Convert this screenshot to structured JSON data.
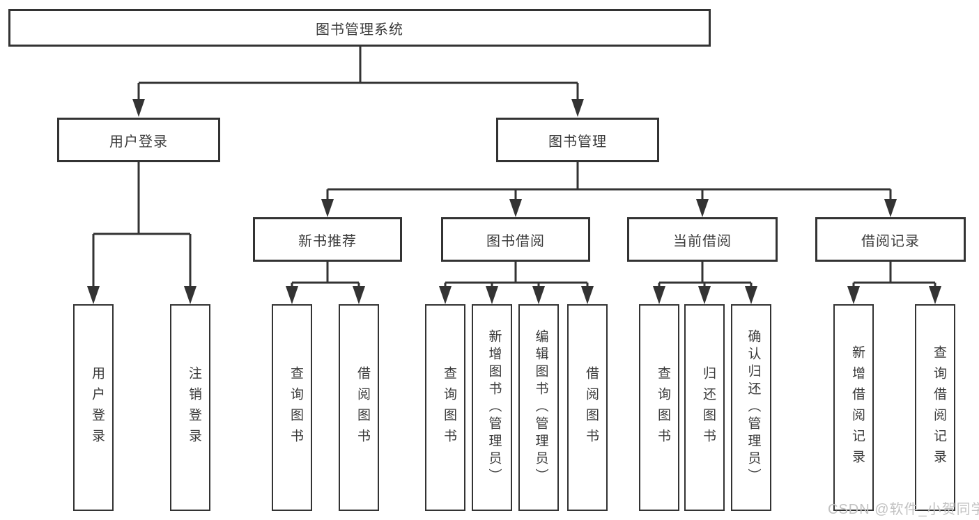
{
  "diagram_type": "hierarchy-structure-chart",
  "colors": {
    "line": "#333333",
    "box_border": "#333333",
    "text": "#3a3a3a",
    "background": "#ffffff",
    "watermark": "#c2c2c2"
  },
  "tree": {
    "label": "图书管理系统",
    "children": [
      {
        "label": "用户登录",
        "children": [
          {
            "label": "用户登录"
          },
          {
            "label": "注销登录"
          }
        ]
      },
      {
        "label": "图书管理",
        "children": [
          {
            "label": "新书推荐",
            "children": [
              {
                "label": "查询图书"
              },
              {
                "label": "借阅图书"
              }
            ]
          },
          {
            "label": "图书借阅",
            "children": [
              {
                "label": "查询图书"
              },
              {
                "label": "新增图书（管理员）"
              },
              {
                "label": "编辑图书（管理员）"
              },
              {
                "label": "借阅图书"
              }
            ]
          },
          {
            "label": "当前借阅",
            "children": [
              {
                "label": "查询图书"
              },
              {
                "label": "归还图书"
              },
              {
                "label": "确认归还（管理员）"
              }
            ]
          },
          {
            "label": "借阅记录",
            "children": [
              {
                "label": "新增借阅记录"
              },
              {
                "label": "查询借阅记录"
              }
            ]
          }
        ]
      }
    ]
  },
  "watermark": "CSDN @软件_小贺同学"
}
